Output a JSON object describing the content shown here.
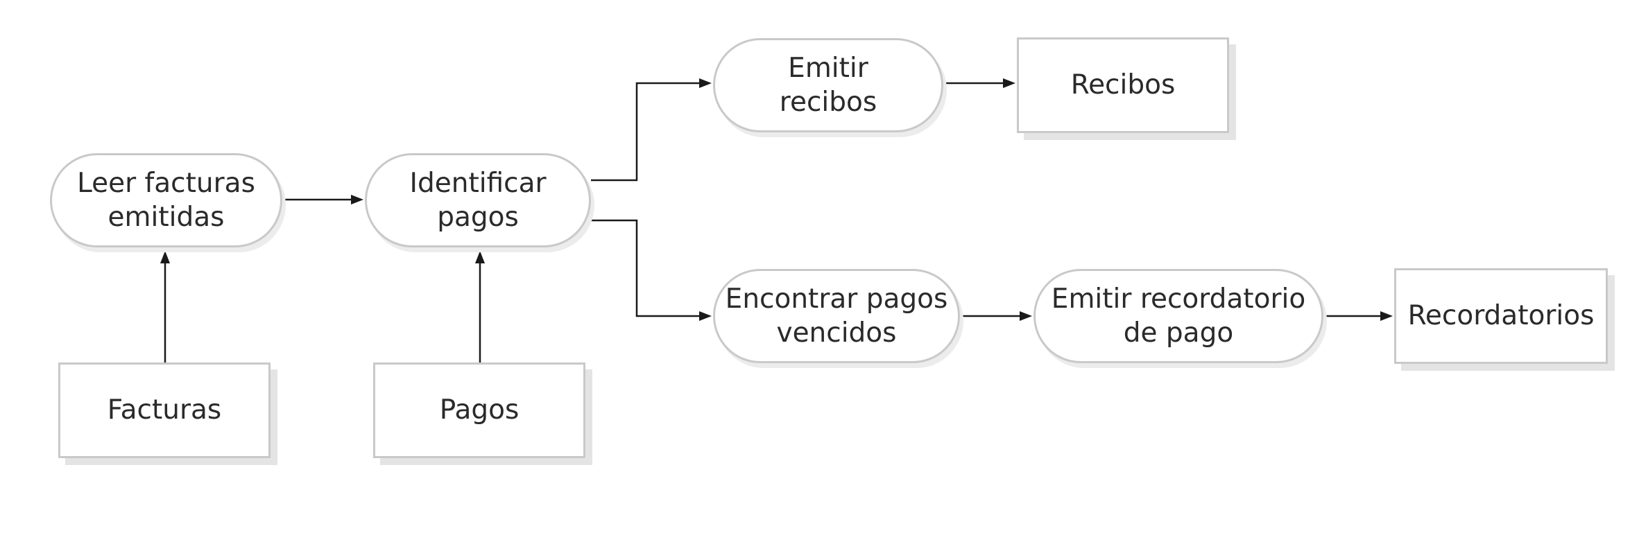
{
  "nodes": {
    "leer": {
      "label": "Leer facturas emitidas",
      "shape": "process"
    },
    "identificar": {
      "label": "Identificar pagos",
      "shape": "process"
    },
    "emitir_recibos": {
      "label": "Emitir recibos",
      "shape": "process"
    },
    "recibos": {
      "label": "Recibos",
      "shape": "data-store"
    },
    "encontrar": {
      "label": "Encontrar pagos vencidos",
      "shape": "process"
    },
    "emitir_recordatorio": {
      "label": "Emitir recordatorio de pago",
      "shape": "process"
    },
    "recordatorios": {
      "label": "Recordatorios",
      "shape": "data-store"
    },
    "facturas": {
      "label": "Facturas",
      "shape": "data-store"
    },
    "pagos": {
      "label": "Pagos",
      "shape": "data-store"
    }
  },
  "edges": [
    {
      "from": "facturas",
      "to": "leer"
    },
    {
      "from": "pagos",
      "to": "identificar"
    },
    {
      "from": "leer",
      "to": "identificar"
    },
    {
      "from": "identificar",
      "to": "emitir_recibos"
    },
    {
      "from": "identificar",
      "to": "encontrar"
    },
    {
      "from": "emitir_recibos",
      "to": "recibos"
    },
    {
      "from": "encontrar",
      "to": "emitir_recordatorio"
    },
    {
      "from": "emitir_recordatorio",
      "to": "recordatorios"
    }
  ],
  "colors": {
    "line": "#1a1a1a",
    "border": "#c9c9c9",
    "shadow": "#e4e4e4",
    "text": "#2a2a2a"
  }
}
